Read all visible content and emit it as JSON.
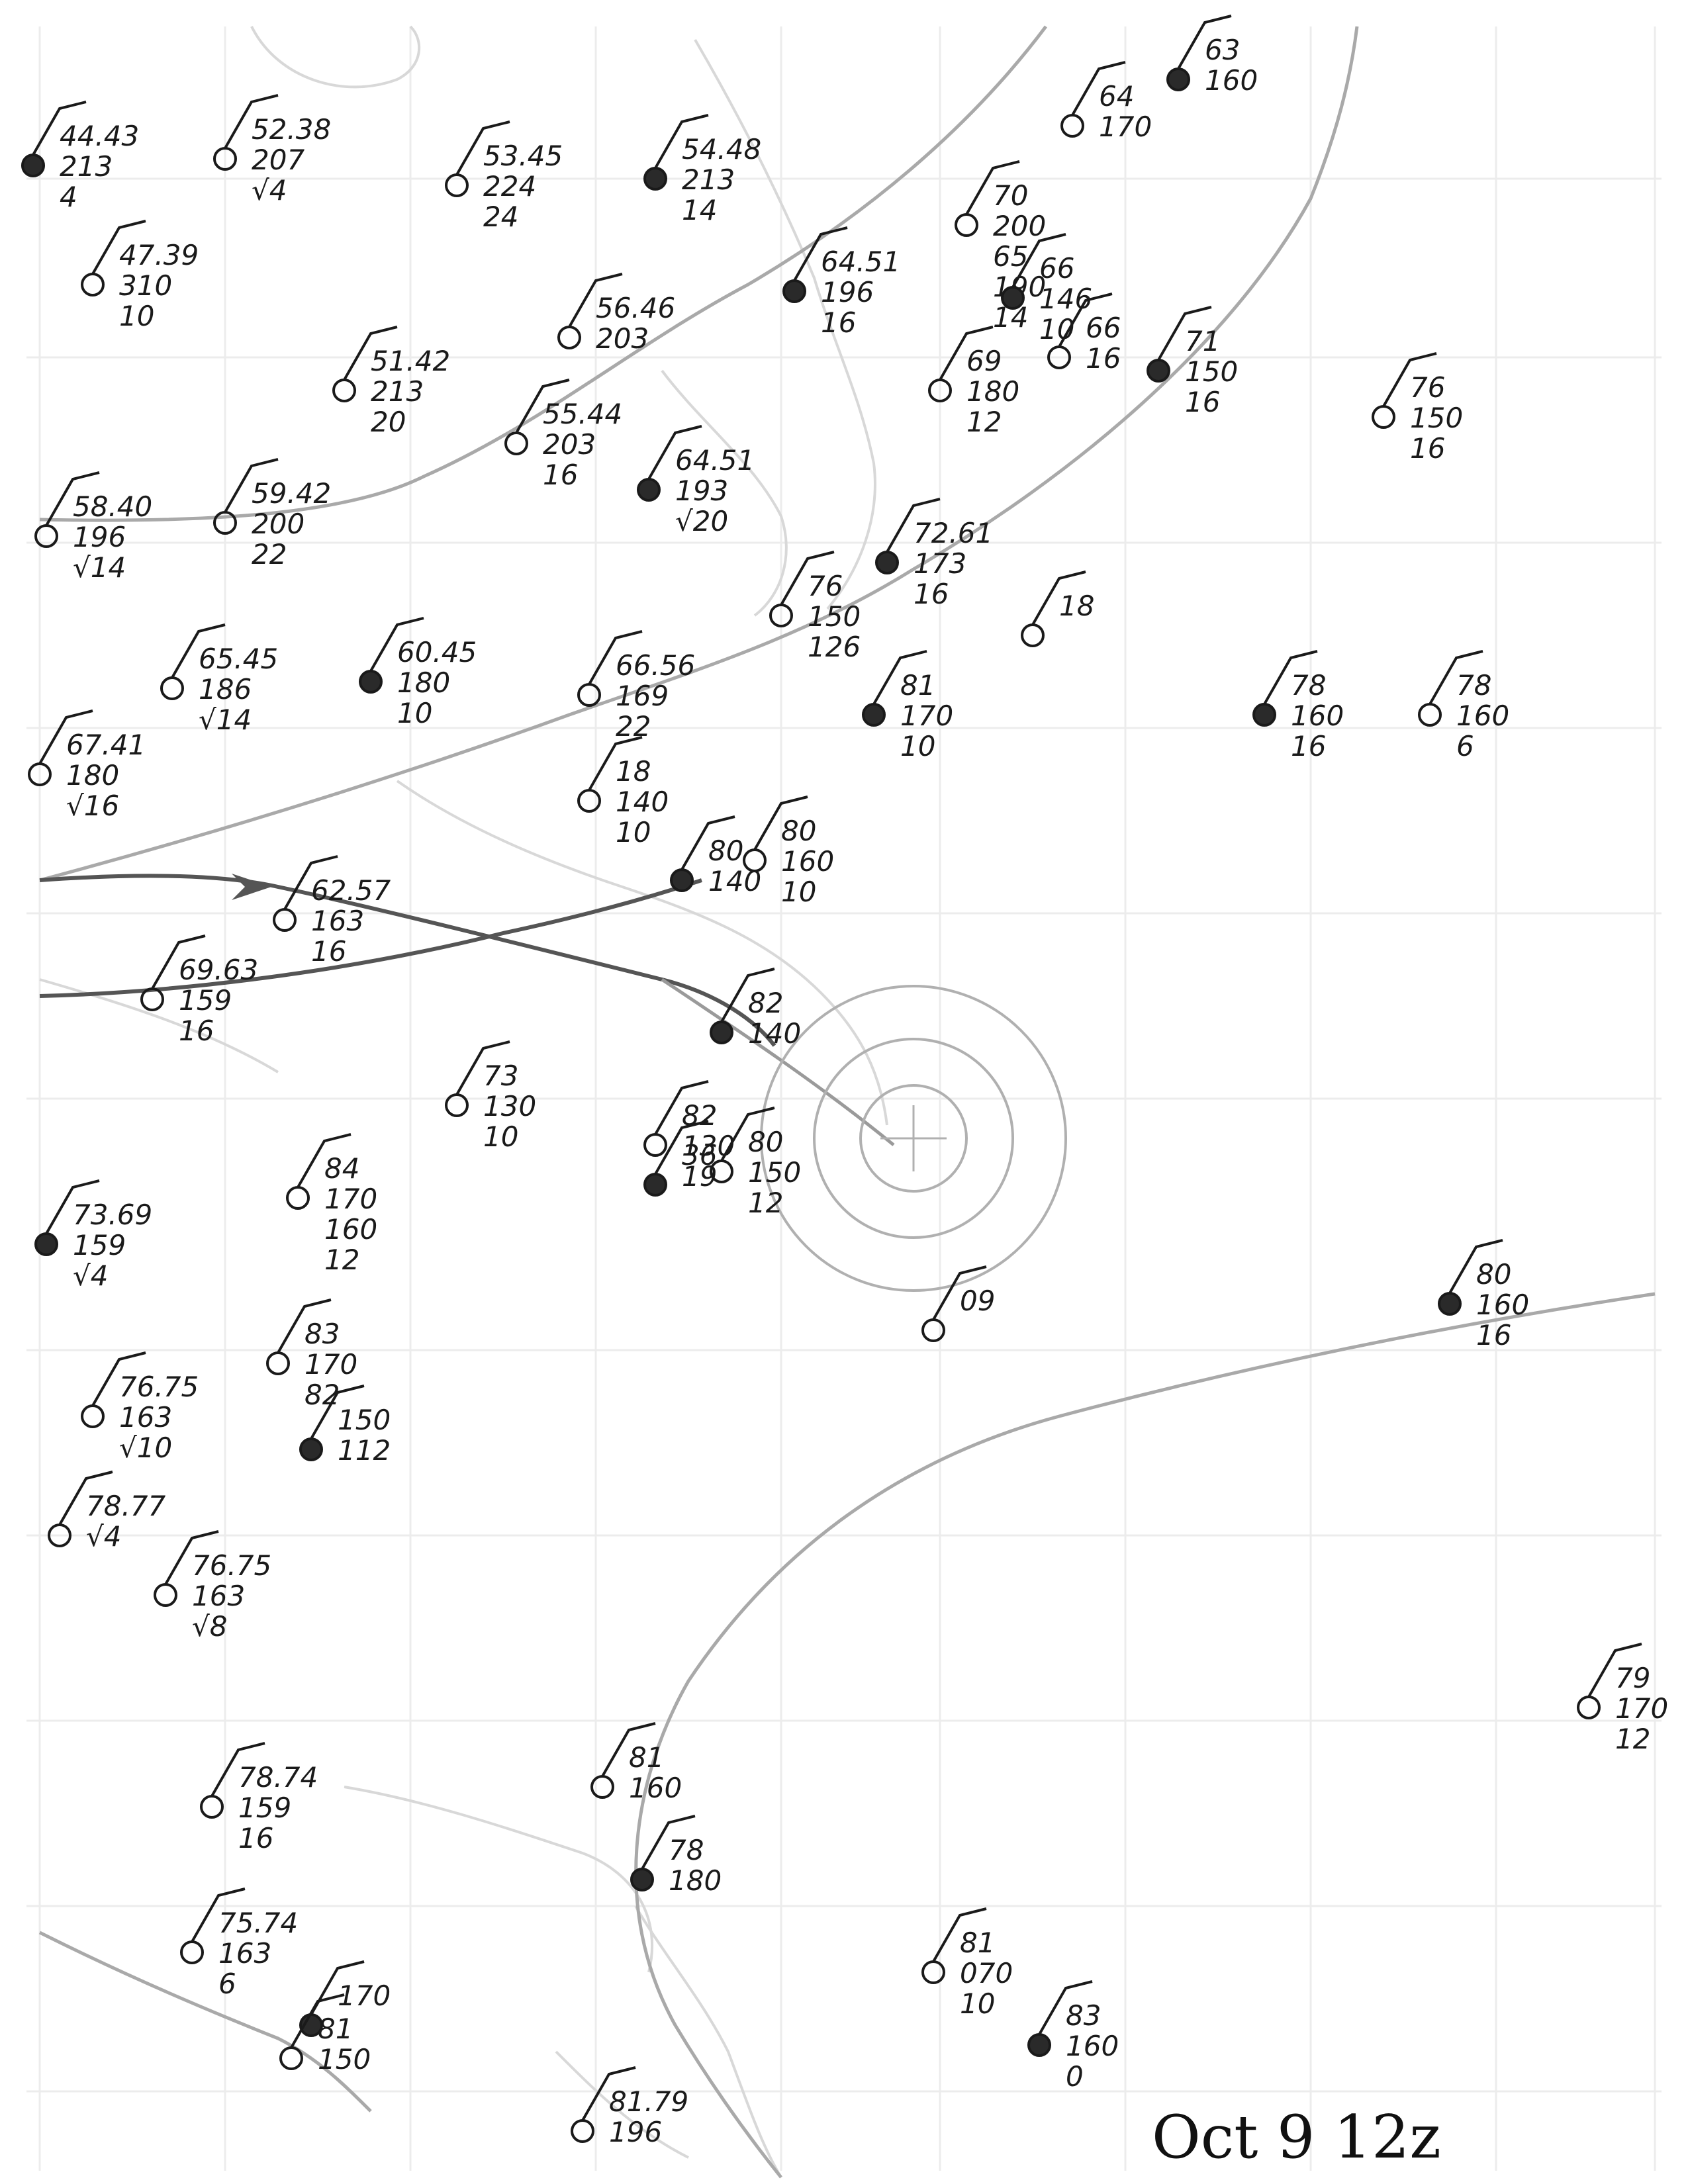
{
  "map": {
    "title": "Oct 9 12z",
    "colors": {
      "ink": "#1a1a1a",
      "pencil": "#a9a9a9",
      "grid": "#ececec",
      "coast": "#d8d8d8"
    },
    "stations": [
      {
        "id": "s01",
        "lines": [
          "44.43",
          "213",
          "4"
        ]
      },
      {
        "id": "s02",
        "lines": [
          "52.38",
          "207",
          "√4"
        ]
      },
      {
        "id": "s03",
        "lines": [
          "53.45",
          "224",
          "24"
        ]
      },
      {
        "id": "s04",
        "lines": [
          "54.48",
          "213",
          "14"
        ]
      },
      {
        "id": "s05",
        "lines": [
          "47.39",
          "310",
          "10"
        ]
      },
      {
        "id": "s06",
        "lines": [
          "56.46",
          "203"
        ]
      },
      {
        "id": "s07",
        "lines": [
          "64.51",
          "196",
          "16"
        ]
      },
      {
        "id": "s08",
        "lines": [
          "51.42",
          "213",
          "20"
        ]
      },
      {
        "id": "s09",
        "lines": [
          "55.44",
          "203",
          "16"
        ]
      },
      {
        "id": "s10",
        "lines": [
          "64.51",
          "193",
          "√20"
        ]
      },
      {
        "id": "s11",
        "lines": [
          "58.40",
          "196",
          "√14"
        ]
      },
      {
        "id": "s12",
        "lines": [
          "59.42",
          "200",
          "22"
        ]
      },
      {
        "id": "s13",
        "lines": [
          "72.61",
          "173",
          "16"
        ]
      },
      {
        "id": "s14",
        "lines": [
          "76",
          "150",
          "126"
        ]
      },
      {
        "id": "s15",
        "lines": [
          "65.45",
          "186",
          "√14"
        ]
      },
      {
        "id": "s16",
        "lines": [
          "60.45",
          "180",
          "10"
        ]
      },
      {
        "id": "s17",
        "lines": [
          "66.56",
          "169",
          "22"
        ]
      },
      {
        "id": "s18",
        "lines": [
          "67.41",
          "180",
          "√16"
        ]
      },
      {
        "id": "s19",
        "lines": [
          "81",
          "170",
          "10"
        ]
      },
      {
        "id": "s20",
        "lines": [
          "18",
          "140",
          "10"
        ]
      },
      {
        "id": "s21",
        "lines": [
          "80",
          "160",
          "10"
        ]
      },
      {
        "id": "s22",
        "lines": [
          "80",
          "140"
        ]
      },
      {
        "id": "s23",
        "lines": [
          "62.57",
          "163",
          "16"
        ]
      },
      {
        "id": "s24",
        "lines": [
          "69.63",
          "159",
          "16"
        ]
      },
      {
        "id": "s25",
        "lines": [
          "82",
          "140"
        ]
      },
      {
        "id": "s26",
        "lines": [
          "73",
          "130",
          "10"
        ]
      },
      {
        "id": "s27",
        "lines": [
          "82",
          "130",
          "19"
        ]
      },
      {
        "id": "s28",
        "lines": [
          "36"
        ]
      },
      {
        "id": "s29",
        "lines": [
          "80",
          "150",
          "12"
        ]
      },
      {
        "id": "s30",
        "lines": [
          "84",
          "170",
          "160",
          "12"
        ]
      },
      {
        "id": "s31",
        "lines": [
          "73.69",
          "159",
          "√4"
        ]
      },
      {
        "id": "s32",
        "lines": [
          "83",
          "170",
          "82"
        ]
      },
      {
        "id": "s33",
        "lines": [
          "76.75",
          "163",
          "√10"
        ]
      },
      {
        "id": "s34",
        "lines": [
          "150",
          "112"
        ]
      },
      {
        "id": "s35",
        "lines": [
          "78.77",
          "√4"
        ]
      },
      {
        "id": "s36",
        "lines": [
          "76.75",
          "163",
          "√8"
        ]
      },
      {
        "id": "s37",
        "lines": [
          "63",
          "160"
        ]
      },
      {
        "id": "s38",
        "lines": [
          "64",
          "170"
        ]
      },
      {
        "id": "s39",
        "lines": [
          "70",
          "200",
          "65",
          "190",
          "14"
        ]
      },
      {
        "id": "s40",
        "lines": [
          "66",
          "146",
          "10"
        ]
      },
      {
        "id": "s41",
        "lines": [
          "66",
          "16"
        ]
      },
      {
        "id": "s42",
        "lines": [
          "69",
          "180",
          "12"
        ]
      },
      {
        "id": "s43",
        "lines": [
          "71",
          "150",
          "16"
        ]
      },
      {
        "id": "s44",
        "lines": [
          "76",
          "150",
          "16"
        ]
      },
      {
        "id": "s45",
        "lines": [
          "18"
        ]
      },
      {
        "id": "s46",
        "lines": [
          "78",
          "160",
          "16"
        ]
      },
      {
        "id": "s47",
        "lines": [
          "78",
          "160",
          "6"
        ]
      },
      {
        "id": "s48",
        "lines": [
          "09"
        ]
      },
      {
        "id": "s49",
        "lines": [
          "80",
          "160",
          "16"
        ]
      },
      {
        "id": "s50",
        "lines": [
          "79",
          "170",
          "12"
        ]
      },
      {
        "id": "s51",
        "lines": [
          "81",
          "160"
        ]
      },
      {
        "id": "s52",
        "lines": [
          "78",
          "180"
        ]
      },
      {
        "id": "s53",
        "lines": [
          "78.74",
          "159",
          "16"
        ]
      },
      {
        "id": "s54",
        "lines": [
          "75.74",
          "163",
          "6"
        ]
      },
      {
        "id": "s55",
        "lines": [
          "170"
        ]
      },
      {
        "id": "s56",
        "lines": [
          "81",
          "150"
        ]
      },
      {
        "id": "s57",
        "lines": [
          "81",
          "070",
          "10"
        ]
      },
      {
        "id": "s58",
        "lines": [
          "83",
          "160",
          "0"
        ]
      },
      {
        "id": "s59",
        "lines": [
          "81.79",
          "196"
        ]
      }
    ]
  }
}
